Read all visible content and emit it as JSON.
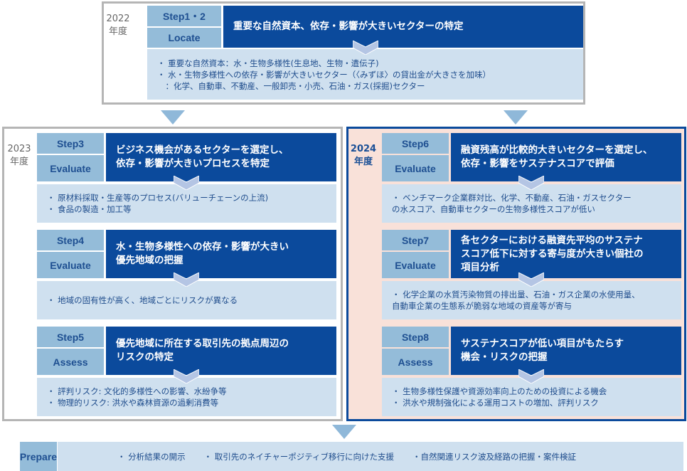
{
  "colors": {
    "dark": "#0b4a9c",
    "label": "#94bcd9",
    "detail": "#cfe0ef",
    "pink": "#f9e1d9"
  },
  "top": {
    "year": "2022\n年度",
    "step": "Step1・2",
    "phase": "Locate",
    "title": "重要な自然資本、依存・影響が大きいセクターの特定",
    "details": [
      "・ 重要な自然資本：水・生物多様性(生息地、生物・遺伝子)",
      "・ 水・生物多様性への依存・影響が大きいセクター（〈みずほ〉の貸出金が大きさを加味）",
      "　：化学、自動車、不動産、一般卸売・小売、石油・ガス(採掘)セクター"
    ]
  },
  "left": {
    "year": "2023\n年度",
    "steps": [
      {
        "step": "Step3",
        "phase": "Evaluate",
        "title": "ビジネス機会があるセクターを選定し、\n依存・影響が大きいプロセスを特定",
        "details": [
          "・ 原材料採取・生産等のプロセス(バリューチェーンの上流)",
          "・ 食品の製造・加工等"
        ]
      },
      {
        "step": "Step4",
        "phase": "Evaluate",
        "title": "水・生物多様性への依存・影響が大きい\n優先地域の把握",
        "details": [
          "・ 地域の固有性が高く、地域ごとにリスクが異なる"
        ]
      },
      {
        "step": "Step5",
        "phase": "Assess",
        "title": "優先地域に所在する取引先の拠点周辺の\nリスクの特定",
        "details": [
          "・ 評判リスク: 文化的多様性への影響、水紛争等",
          "・ 物理的リスク: 洪水や森林資源の過剰消費等"
        ]
      }
    ]
  },
  "right": {
    "year": "2024\n年度",
    "steps": [
      {
        "step": "Step6",
        "phase": "Evaluate",
        "title": "融資残高が比較的大きいセクターを選定し、\n依存・影響をサステナスコアで評価",
        "details": [
          "・ ベンチマーク企業群対比、化学、不動産、石油・ガスセクター\nの水スコア、自動車セクターの生物多様性スコアが低い"
        ]
      },
      {
        "step": "Step7",
        "phase": "Evaluate",
        "title": "各セクターにおける融資先平均のサステナ\nスコア低下に対する寄与度が大きい個社の\n項目分析",
        "details": [
          "・ 化学企業の水質汚染物質の排出量、石油・ガス企業の水使用量、\n自動車企業の生態系が脆弱な地域の資産等が寄与"
        ]
      },
      {
        "step": "Step8",
        "phase": "Assess",
        "title": "サステナスコアが低い項目がもたらす\n機会・リスクの把握",
        "details": [
          "・ 生物多様性保護や資源効率向上のための投資による機会",
          "・ 洪水や規制強化による運用コストの増加、評判リスク"
        ]
      }
    ]
  },
  "bottom": {
    "phase": "Prepare",
    "items": [
      "・ 分析結果の開示",
      "・ 取引先のネイチャーポジティブ移行に向けた支援",
      "・自然関連リスク波及経路の把握・案件検証"
    ]
  }
}
